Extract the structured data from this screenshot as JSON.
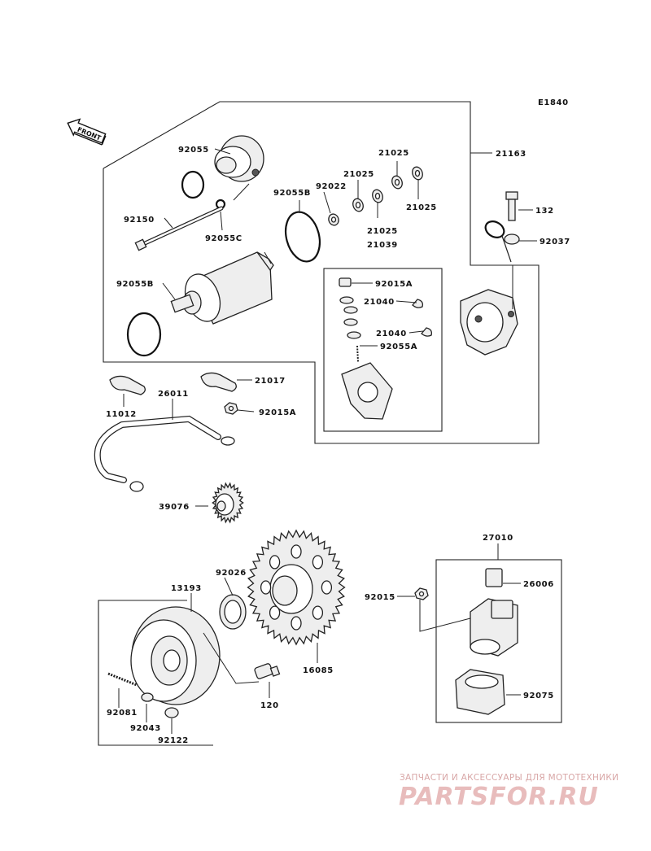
{
  "diagram_code": "E1840",
  "front_label": "FRONT",
  "labels": {
    "l_92055": "92055",
    "l_21025_a": "21025",
    "l_21163": "21163",
    "l_92055B_a": "92055B",
    "l_92022": "92022",
    "l_21025_b": "21025",
    "l_92150": "92150",
    "l_21025_c": "21025",
    "l_21025_d": "21025",
    "l_92055C": "92055C",
    "l_21039": "21039",
    "l_132": "132",
    "l_92037": "92037",
    "l_92015A_a": "92015A",
    "l_92055B_b": "92055B",
    "l_21040_a": "21040",
    "l_21040_b": "21040",
    "l_92055A": "92055A",
    "l_21017": "21017",
    "l_11012": "11012",
    "l_26011": "26011",
    "l_92015A_b": "92015A",
    "l_39076": "39076",
    "l_27010": "27010",
    "l_92026": "92026",
    "l_13193": "13193",
    "l_26006": "26006",
    "l_92015": "92015",
    "l_16085": "16085",
    "l_120": "120",
    "l_92075": "92075",
    "l_92081": "92081",
    "l_92043": "92043",
    "l_92122": "92122"
  },
  "watermark": {
    "tagline": "ЗАПЧАСТИ И АКСЕССУАРЫ ДЛЯ МОТОТЕХНИКИ",
    "logo": "PARTSFOR.RU"
  },
  "colors": {
    "line": "#222222",
    "watermark": "#e8bcbc"
  }
}
